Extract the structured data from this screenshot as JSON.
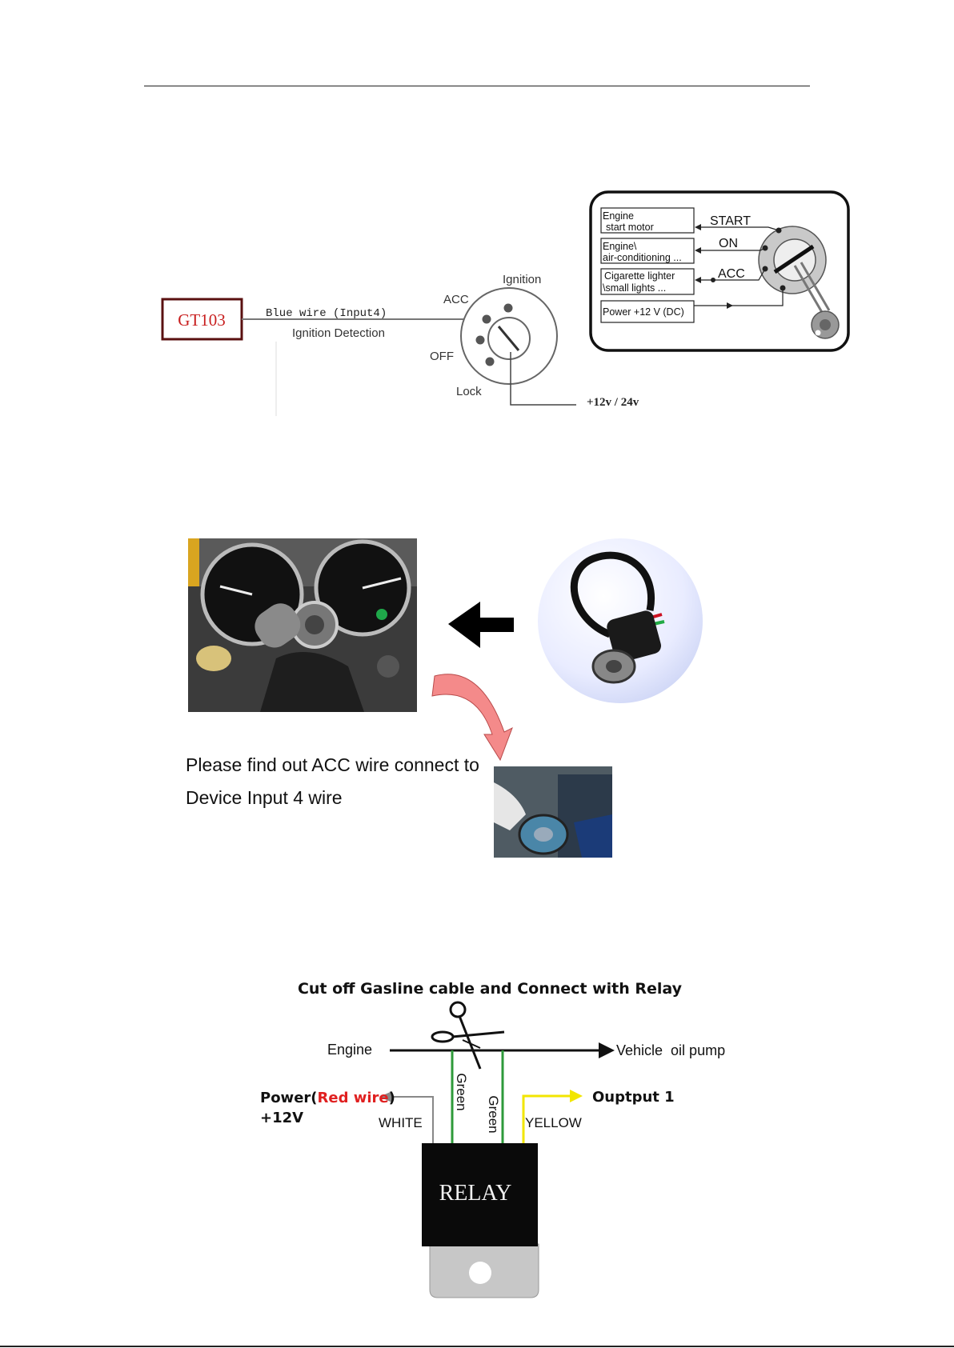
{
  "ignition_diagram": {
    "device_label": "GT103",
    "wire_label": "Blue wire (Input4)",
    "detection_label": "Ignition Detection",
    "positions": {
      "ignition": "Ignition",
      "acc": "ACC",
      "off": "OFF",
      "lock": "Lock"
    },
    "voltage_label": "+12v / 24v"
  },
  "switch_inset": {
    "boxes": [
      {
        "line1": "Engine",
        "line2": "start motor"
      },
      {
        "line1": "Engine\\",
        "line2": "air-conditioning ..."
      },
      {
        "line1": "Cigarette lighter",
        "line2": "\\small lights ..."
      },
      {
        "line1": "Power +12 V (DC)",
        "line2": ""
      }
    ],
    "labels": {
      "start": "START",
      "on": "ON",
      "acc": "ACC"
    }
  },
  "photo_section": {
    "caption_line1": "Please find out ACC wire connect to",
    "caption_line2": "Device Input 4 wire"
  },
  "relay_diagram": {
    "title": "Cut off Gasline cable and Connect with Relay",
    "engine_label": "Engine",
    "vehicle_label": "Vehicle  oil pump",
    "power_label_prefix": "Power(",
    "power_label_red": "Red wire",
    "power_label_suffix": ")",
    "power_voltage": "+12V",
    "white_label": "WHITE",
    "green_label_1": "Green",
    "green_label_2": "Green",
    "yellow_label": "YELLOW",
    "output_label": "Ouptput 1",
    "relay_label": "RELAY",
    "colors": {
      "green_wire": "#2e9a3a",
      "yellow_wire": "#f2e600",
      "red_text": "#e02020",
      "device_red": "#c81e1e"
    }
  }
}
